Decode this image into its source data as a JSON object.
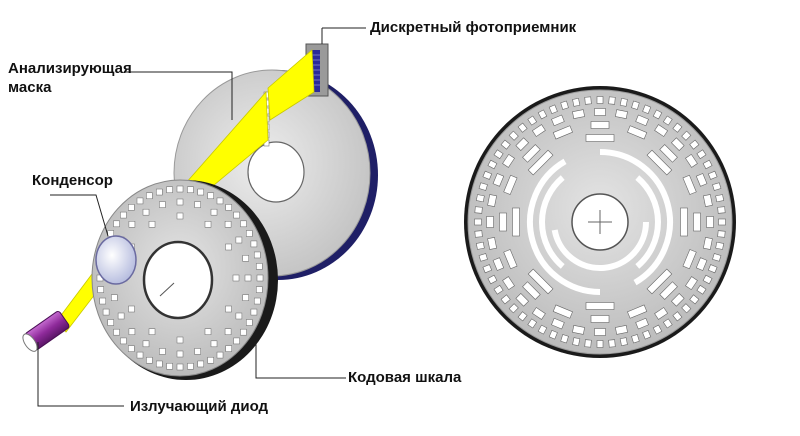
{
  "labels": {
    "photoreceiver": "Дискретный фотоприемник",
    "mask_line1": "Анализирующая",
    "mask_line2": "маска",
    "condenser": "Конденсор",
    "code_scale": "Кодовая шкала",
    "emitting_diode": "Излучающий диод"
  },
  "colors": {
    "disk_fill": "#c9c9c9",
    "disk_rim": "#1a1a1a",
    "mask_rim": "#1f1f66",
    "light_beam": "#ffff00",
    "diode_body": "#8e2a9a",
    "photoreceiver_cells": "#2a2a9a",
    "leader_line": "#222222"
  }
}
